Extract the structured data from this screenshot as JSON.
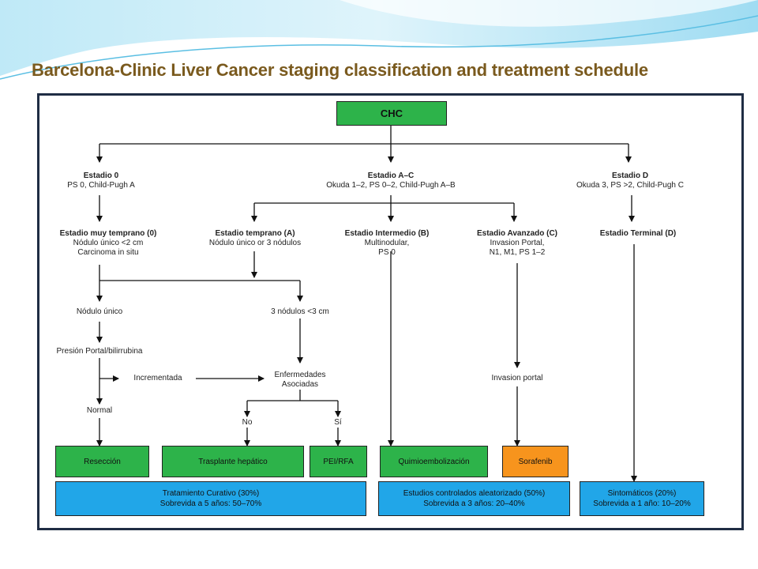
{
  "title": "Barcelona-Clinic Liver Cancer staging classification and treatment schedule",
  "colors": {
    "green": "#2db34a",
    "orange": "#f7941d",
    "blue": "#21a6e8",
    "frame": "#1f2d44",
    "title": "#7a5a1e"
  },
  "root": "CHC",
  "stages": {
    "s0": {
      "title": "Estadio 0",
      "desc": "PS 0, Child-Pugh A"
    },
    "sac": {
      "title": "Estadio A–C",
      "desc": "Okuda 1–2, PS 0–2, Child-Pugh A–B"
    },
    "sd": {
      "title": "Estadio D",
      "desc": "Okuda 3, PS >2, Child-Pugh C"
    }
  },
  "substages": {
    "very_early": {
      "title": "Estadio muy temprano (0)",
      "desc1": "Nódulo único <2 cm",
      "desc2": "Carcinoma in situ"
    },
    "early": {
      "title": "Estadio temprano (A)",
      "desc1": "Nódulo único or 3 nódulos"
    },
    "intermediate": {
      "title": "Estadio Intermedio (B)",
      "desc1": "Multinodular,",
      "desc2": "PS 0"
    },
    "advanced": {
      "title": "Estadio Avanzado (C)",
      "desc1": "Invasion Portal,",
      "desc2": "N1, M1, PS 1–2"
    },
    "terminal": {
      "title": "Estadio Terminal (D)"
    }
  },
  "decisions": {
    "single": "Nódulo único",
    "three": "3 nódulos <3 cm",
    "pressure": "Presión Portal/bilirrubina",
    "increased": "Incrementada",
    "normal": "Normal",
    "diseases1": "Enfermedades",
    "diseases2": "Asociadas",
    "no": "No",
    "yes": "Sí",
    "portal": "Invasion portal"
  },
  "treatments": {
    "resection": "Resección",
    "transplant": "Trasplante hepático",
    "pei": "PEI/RFA",
    "chemo": "Quimioembolización",
    "sorafenib": "Sorafenib"
  },
  "outcomes": {
    "curative1": "Tratamiento Curativo (30%)",
    "curative2": "Sobrevida a 5 años: 50–70%",
    "rct1": "Estudios controlados aleatorizado (50%)",
    "rct2": "Sobrevida a 3 años: 20–40%",
    "symptomatic1": "Sintomáticos (20%)",
    "symptomatic2": "Sobrevida a 1 año: 10–20%"
  }
}
